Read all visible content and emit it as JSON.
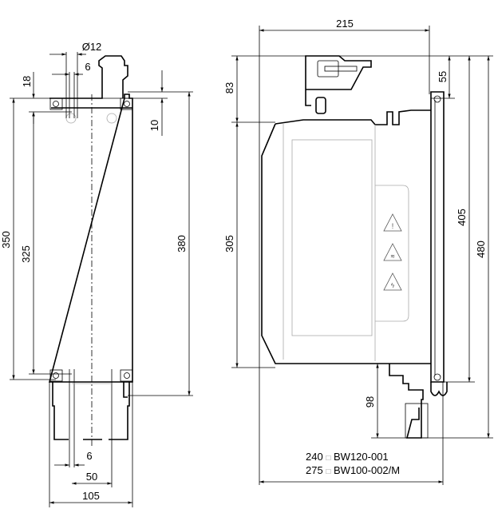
{
  "front_view": {
    "dimensions": {
      "d_hole": "Ø12",
      "slot_top": "6",
      "top_offset": "18",
      "height_350": "350",
      "height_325": "325",
      "height_380": "380",
      "top_10": "10",
      "slot_bottom": "6",
      "hole_spacing": "50",
      "width": "105"
    }
  },
  "side_view": {
    "dimensions": {
      "depth": "215",
      "top_83": "83",
      "body_305": "305",
      "top_55": "55",
      "height_405": "405",
      "height_480": "480",
      "bottom_98": "98"
    },
    "variants": [
      {
        "depth": "240",
        "sep": "□",
        "model": "BW120-001"
      },
      {
        "depth": "275",
        "sep": "□",
        "model": "BW100-002/M"
      }
    ]
  }
}
